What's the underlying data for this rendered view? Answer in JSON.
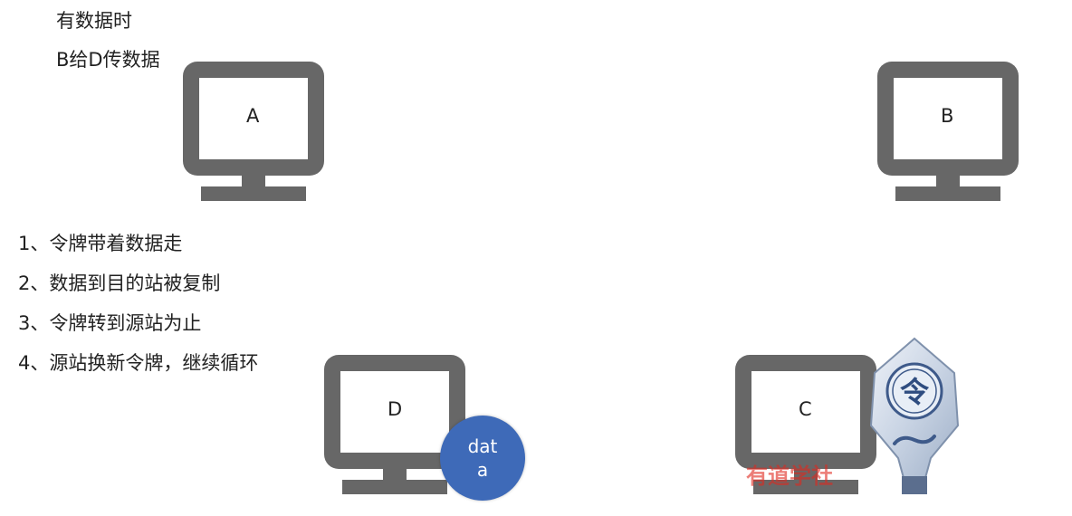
{
  "heading": {
    "line1": "有数据时",
    "line2": "B给D传数据"
  },
  "steps": [
    "1、令牌带着数据走",
    "2、数据到目的站被复制",
    "3、令牌转到源站为止",
    "4、源站换新令牌，继续循环"
  ],
  "stations": {
    "a": "A",
    "b": "B",
    "c": "C",
    "d": "D"
  },
  "data_packet": {
    "label": "data",
    "color": "#3e6ab8"
  },
  "token": {
    "glyph": "令",
    "icon": "token-icon"
  },
  "watermark": {
    "text": "有道学社"
  },
  "colors": {
    "monitor": "#676767",
    "screen": "#ffffff"
  }
}
